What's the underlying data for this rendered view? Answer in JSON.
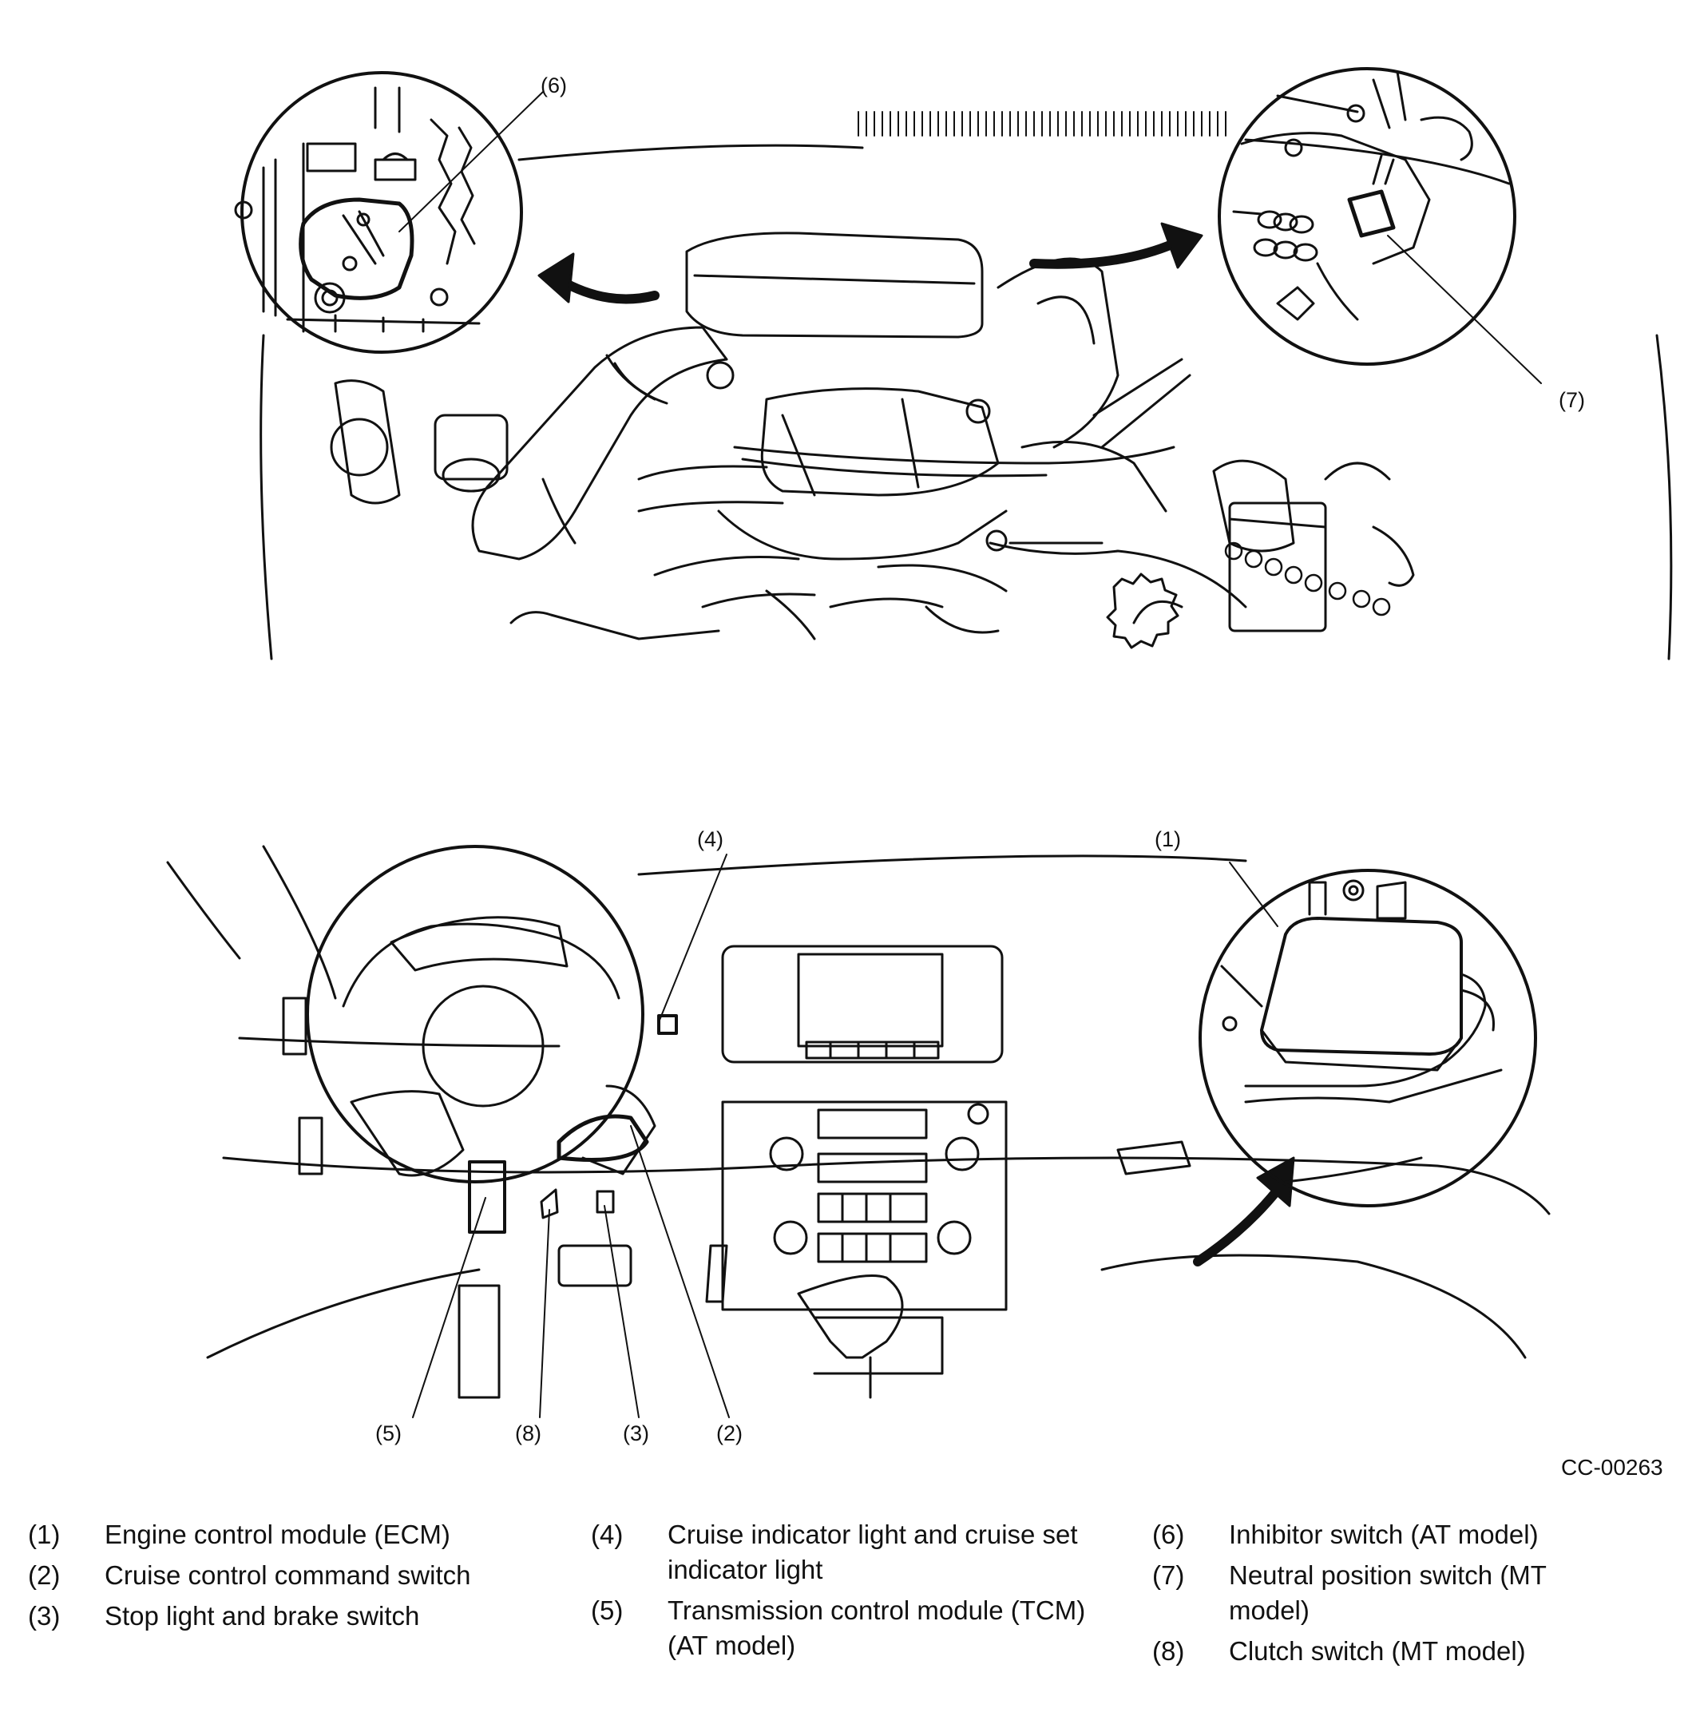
{
  "callouts": {
    "c1": "(1)",
    "c2": "(2)",
    "c3": "(3)",
    "c4": "(4)",
    "c5": "(5)",
    "c6": "(6)",
    "c7": "(7)",
    "c8": "(8)"
  },
  "figure_id": "CC-00263",
  "legend": {
    "col1": [
      {
        "num": "(1)",
        "text": "Engine control module (ECM)"
      },
      {
        "num": "(2)",
        "text": "Cruise control command switch"
      },
      {
        "num": "(3)",
        "text": "Stop light and brake switch"
      }
    ],
    "col2": [
      {
        "num": "(4)",
        "text": "Cruise indicator light and cruise set indicator light"
      },
      {
        "num": "(5)",
        "text": "Transmission control module (TCM) (AT model)"
      }
    ],
    "col3": [
      {
        "num": "(6)",
        "text": "Inhibitor switch (AT model)"
      },
      {
        "num": "(7)",
        "text": "Neutral position switch (MT model)"
      },
      {
        "num": "(8)",
        "text": "Clutch switch (MT model)"
      }
    ]
  }
}
